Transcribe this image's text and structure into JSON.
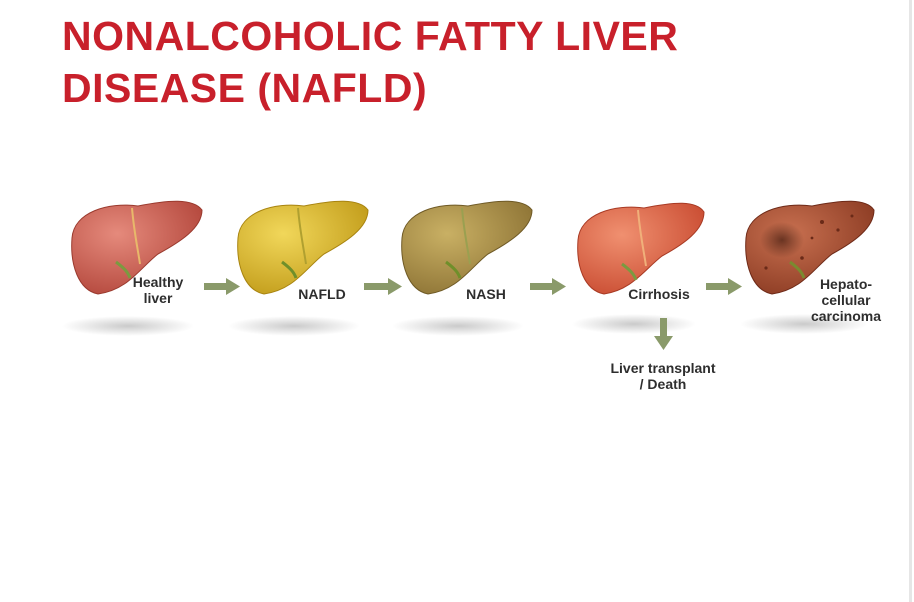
{
  "title_lines": [
    "NONALCOHOLIC FATTY LIVER",
    "DISEASE (NAFLD)"
  ],
  "colors": {
    "title": "#c8202b",
    "arrow": "#8a9a6a",
    "healthy": "#c85a4c",
    "nafld": "#d6b12a",
    "nash": "#a98f48",
    "cirrhosis": "#e0644a",
    "carcinoma": "#a34a2f"
  },
  "stages": [
    {
      "id": "healthy",
      "label_lines": [
        "Healthy",
        "liver"
      ]
    },
    {
      "id": "nafld",
      "label_lines": [
        "NAFLD"
      ]
    },
    {
      "id": "nash",
      "label_lines": [
        "NASH"
      ]
    },
    {
      "id": "cirrhosis",
      "label_lines": [
        "Cirrhosis"
      ]
    },
    {
      "id": "carcinoma",
      "label_lines": [
        "Hepato-",
        "cellular",
        "carcinoma"
      ]
    }
  ],
  "outcome": {
    "label_lines": [
      "Liver transplant",
      "/ Death"
    ]
  }
}
